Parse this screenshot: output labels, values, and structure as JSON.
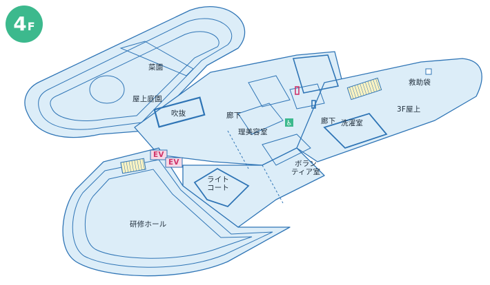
{
  "floor": {
    "number": "4",
    "unit": "F"
  },
  "rooms": {
    "vegetable_garden": "菜園",
    "rooftop_garden": "屋上庭園",
    "atrium": "吹抜",
    "corridor_center": "廊下",
    "beauty_room": "理美容室",
    "corridor_right": "廊下",
    "laundry_room": "洗濯室",
    "volunteer_room": "ボラン\nティア室",
    "light_court": "ライト\nコート",
    "training_hall": "研修ホール",
    "rescue_bag": "救助袋",
    "roof_3f": "3F屋上",
    "ev1": "EV",
    "ev2": "EV"
  },
  "icons": [
    "elevator-icon",
    "stairs-icon",
    "toilet-men-icon",
    "toilet-women-icon",
    "accessible-toilet-icon"
  ],
  "colors": {
    "badge": "#3cb98d",
    "floor_fill": "#dcedf8",
    "outline": "#2e74b5",
    "ev_fill": "#f5d9e6"
  }
}
